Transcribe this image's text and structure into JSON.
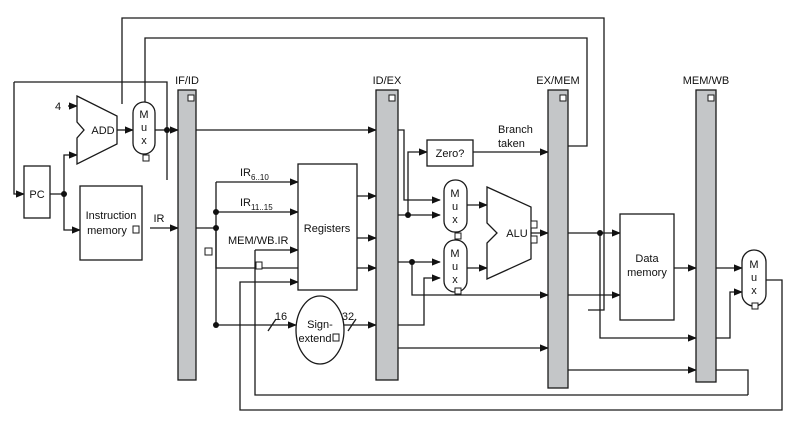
{
  "pipeline_registers": {
    "if_id": "IF/ID",
    "id_ex": "ID/EX",
    "ex_mem": "EX/MEM",
    "mem_wb": "MEM/WB"
  },
  "blocks": {
    "pc": "PC",
    "add": "ADD",
    "instruction_memory_line1": "Instruction",
    "instruction_memory_line2": "memory",
    "registers": "Registers",
    "zero_test": "Zero?",
    "alu": "ALU",
    "data_memory_line1": "Data",
    "data_memory_line2": "memory",
    "sign_extend_line1": "Sign-",
    "sign_extend_line2": "extend"
  },
  "mux_letters": [
    "M",
    "u",
    "x"
  ],
  "labels": {
    "const_four": "4",
    "ir": "IR",
    "ir_field_a_main": "IR",
    "ir_field_a_sub": "6..10",
    "ir_field_b_main": "IR",
    "ir_field_b_sub": "11..15",
    "mem_wb_ir": "MEM/WB.IR",
    "width_16": "16",
    "width_32": "32",
    "branch_line1": "Branch",
    "branch_line2": "taken"
  }
}
